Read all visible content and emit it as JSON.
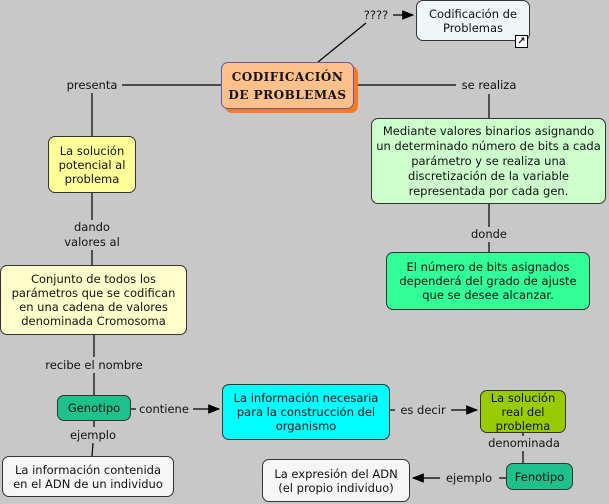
{
  "colors": {
    "background": "#c8c8c8",
    "main": "#ffc08c",
    "yellow": "#ffff99",
    "light_yellow": "#ffffcc",
    "teal": "#1ec08c",
    "cyan": "#00ffff",
    "olive_green": "#99cc00",
    "light_green": "#ccffcc",
    "green": "#33ff99",
    "white": "#f6f6f6"
  },
  "concepts": {
    "main": "CODIFICACIÓN DE PROBLEMAS",
    "linked_map": "Codificación de Problemas",
    "solucion_potencial": "La solución potencial al problema",
    "conjunto": "Conjunto de todos los parámetros que se codifican en una cadena de valores denominada Cromosoma",
    "genotipo": "Genotipo",
    "info_necesaria": "La información necesaria para la construcción del organismo",
    "solucion_real": "La solución real del problema",
    "fenotipo": "Fenotipo",
    "expresion_adn": "La expresión del ADN (el propio individuo)",
    "info_contenida": "La información contenida en el ADN de un individuo",
    "mediante": "Mediante valores binarios asignando un determinado número de bits a cada parámetro y se realiza una discretización de la variable representada por cada gen.",
    "numero_bits": "El número de bits asignados dependerá del grado de ajuste que se desee alcanzar."
  },
  "link_icon": "external-link-arrow-icon",
  "links": {
    "q": "????",
    "presenta": "presenta",
    "se_realiza": "se realiza",
    "dando_valores": "dando valores al",
    "donde": "donde",
    "recibe": "recibe el nombre",
    "contiene": "contiene",
    "es_decir": "es decir",
    "ejemplo1": "ejemplo",
    "denominada": "denominada",
    "ejemplo2": "ejemplo"
  }
}
